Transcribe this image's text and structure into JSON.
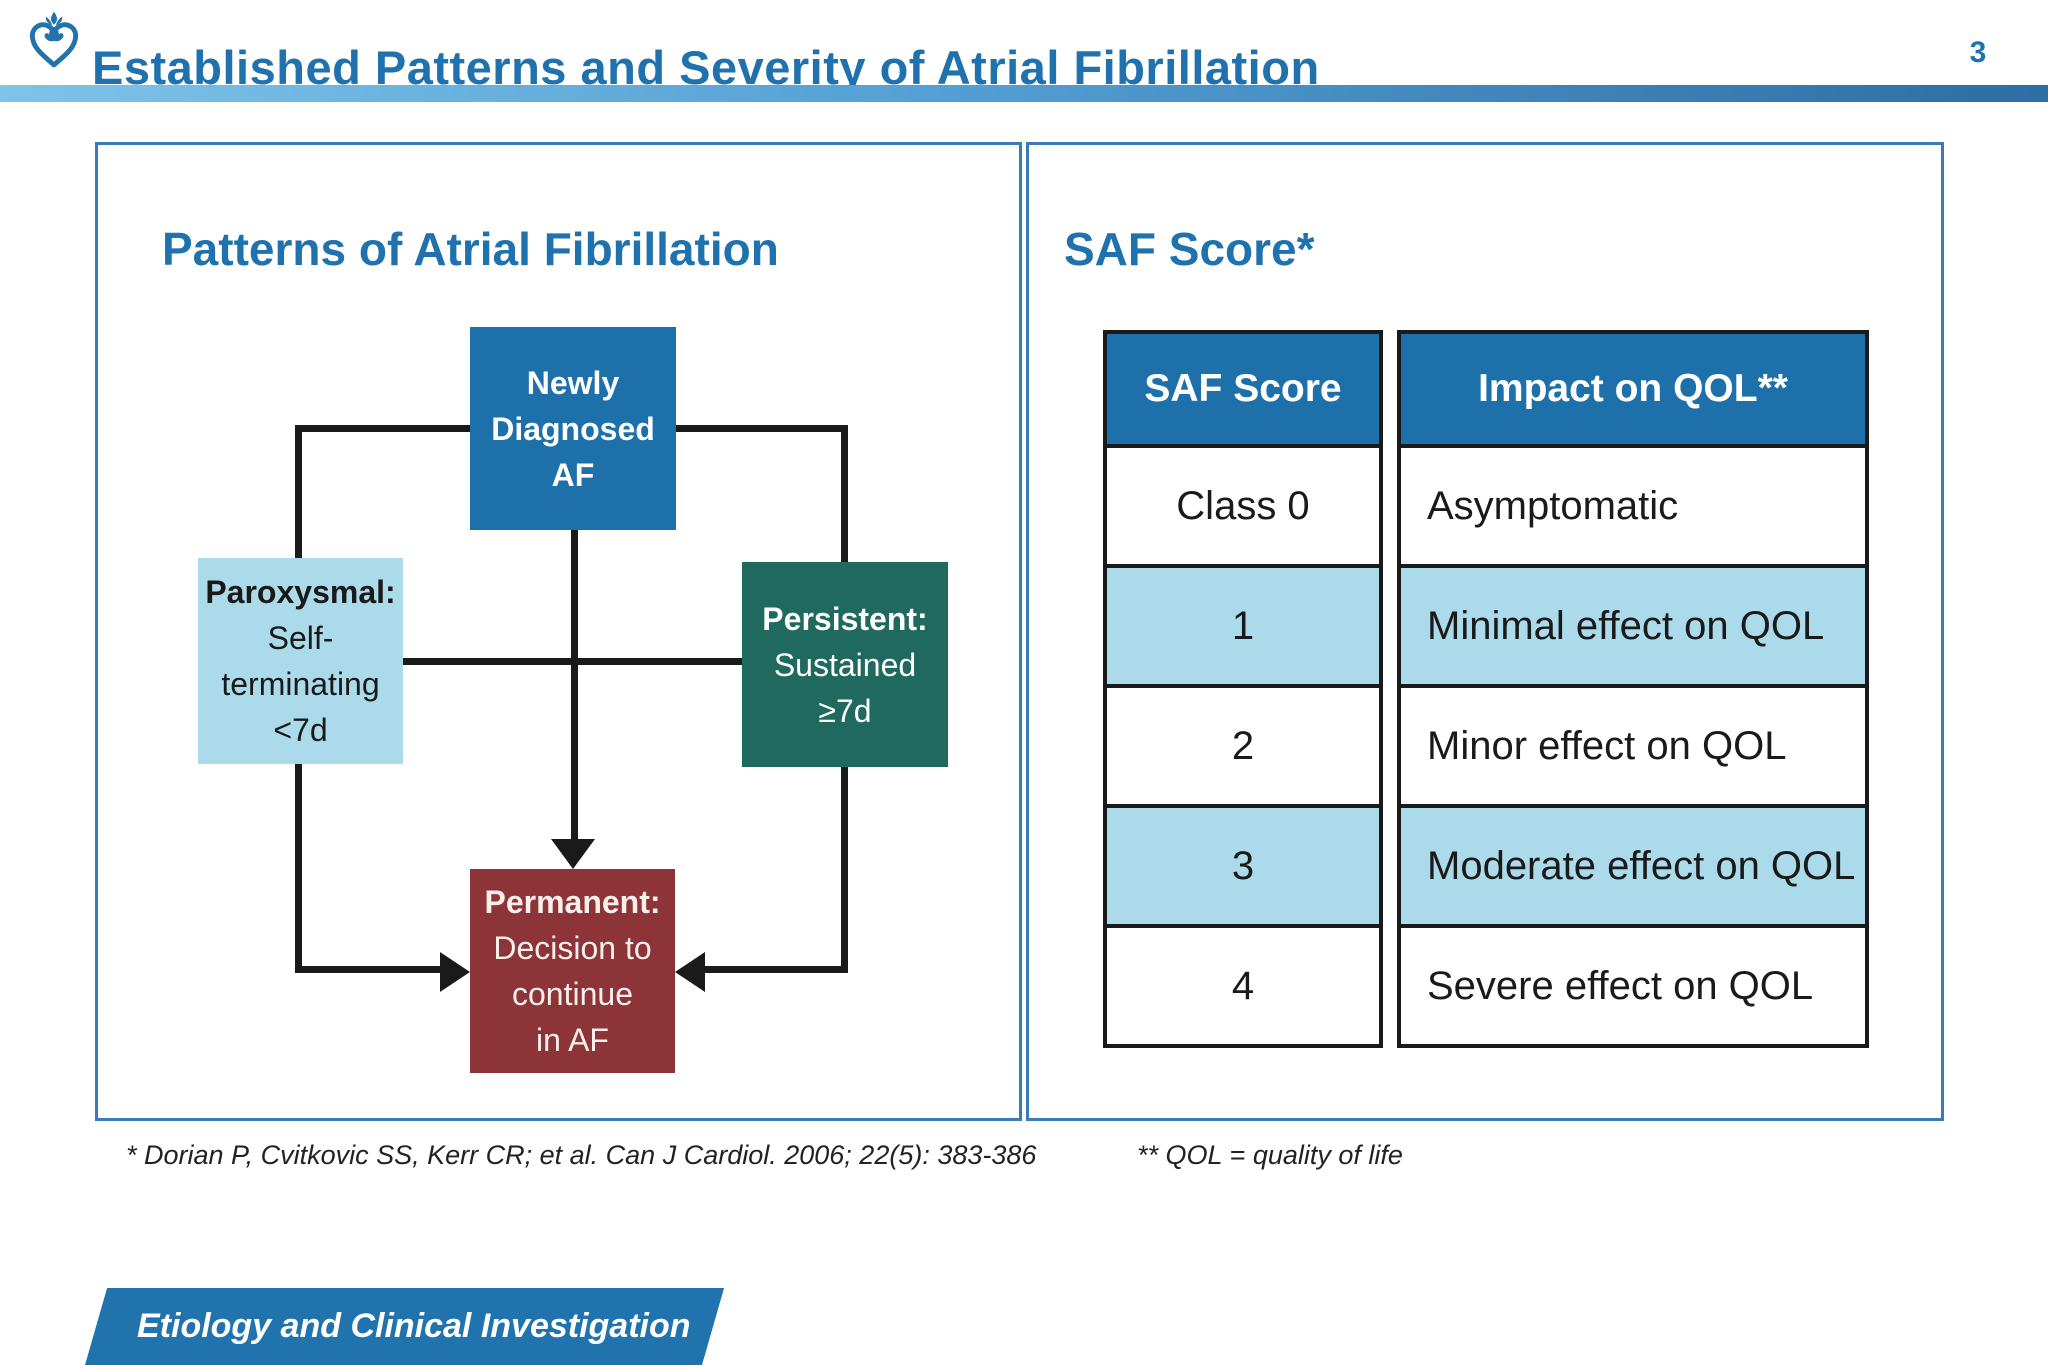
{
  "header": {
    "title": "Established Patterns and Severity of Atrial Fibrillation",
    "slide_number": "3",
    "logo_icon": "heart-flame-logo"
  },
  "left_panel": {
    "title": "Patterns of Atrial Fibrillation",
    "flowchart": {
      "newly": {
        "text": "Newly\nDiagnosed\nAF"
      },
      "paroxysmal": {
        "title": "Paroxysmal:",
        "body": "Self-\nterminating\n<7d"
      },
      "persistent": {
        "title": "Persistent:",
        "body": "Sustained\n≥7d"
      },
      "permanent": {
        "title": "Permanent:",
        "body": "Decision to\ncontinue\nin AF"
      }
    },
    "footnote": "* Dorian P, Cvitkovic SS, Kerr CR; et al. Can J Cardiol.  2006; 22(5): 383-386"
  },
  "right_panel": {
    "title": "SAF Score*",
    "table": {
      "headers": [
        "SAF Score",
        "Impact on QOL**"
      ],
      "rows": [
        {
          "score": "Class 0",
          "impact": "Asymptomatic"
        },
        {
          "score": "1",
          "impact": "Minimal effect on QOL"
        },
        {
          "score": "2",
          "impact": "Minor effect on QOL"
        },
        {
          "score": "3",
          "impact": "Moderate effect on QOL"
        },
        {
          "score": "4",
          "impact": "Severe effect on QOL"
        }
      ]
    },
    "footnote": "** QOL = quality of life"
  },
  "footer": {
    "banner_label": "Etiology and Clinical Investigation"
  },
  "colors": {
    "brand_blue": "#1E70AA",
    "light_blue": "#ABDAEA",
    "teal_green": "#1F695E",
    "dark_red": "#8D3438",
    "panel_border_blue": "#3B7AB7",
    "line_black": "#1A1A1A"
  }
}
